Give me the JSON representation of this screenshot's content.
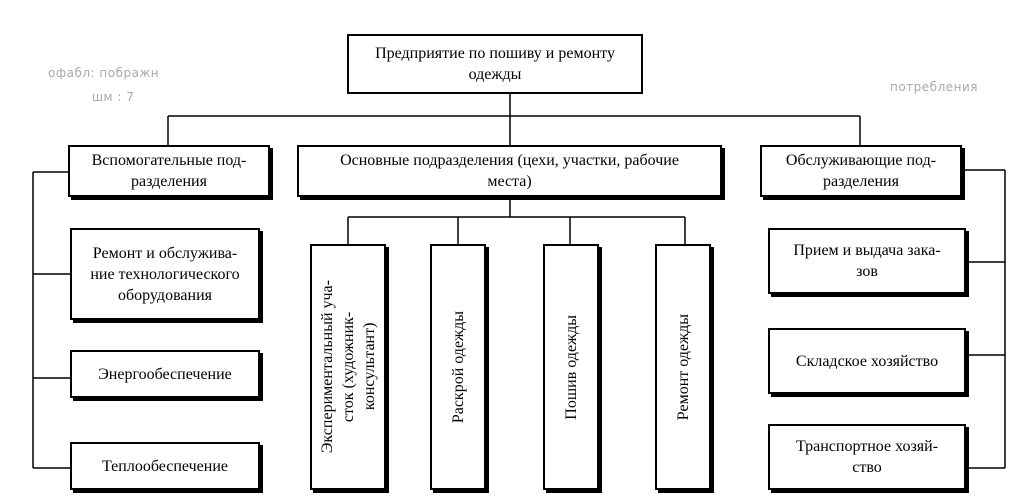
{
  "root": {
    "label": "Предприятие по пошиву и ремонту\nодежды"
  },
  "divisions": {
    "auxiliary": "Вспомогательные под-\nразделения",
    "main": "Основные подразделения (цехи, участки, рабочие\nместа)",
    "service": "Обслуживающие под-\nразделения"
  },
  "auxiliary_items": [
    "Ремонт и обслужива-\nние технологического\nоборудования",
    "Энергообеспечение",
    "Теплообеспечение"
  ],
  "main_items": [
    "Экспериментальный уча-\nсток (художник-\nконсультант)",
    "Раскрой одежды",
    "Пошив одежды",
    "Ремонт одежды"
  ],
  "service_items": [
    "Прием и выдача зака-\nзов",
    "Складское хозяйство",
    "Транспортное хозяй-\nство"
  ],
  "scan_artifacts": [
    "офабл: пображн",
    "шм  : 7",
    "потребления"
  ]
}
